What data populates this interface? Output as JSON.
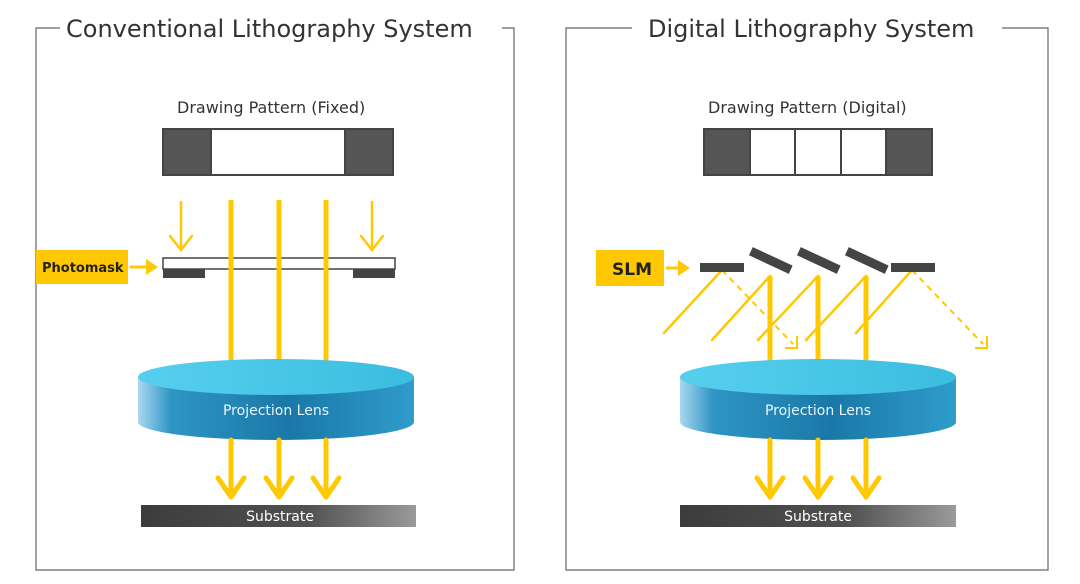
{
  "colors": {
    "beam": "#ffc800",
    "tag": "#ffc800",
    "frame": "#666666",
    "mask_dark": "#555555",
    "lens_top": "#45c6e6",
    "lens_body": "#1c86b4",
    "substrate": "#555555"
  },
  "conventional": {
    "title": "Conventional Lithography System",
    "pattern_label": "Drawing Pattern (Fixed)",
    "photomask_label": "Photomask",
    "lens_label": "Projection Lens",
    "substrate_label": "Substrate"
  },
  "digital": {
    "title": "Digital Lithography System",
    "pattern_label": "Drawing Pattern (Digital)",
    "slm_label": "SLM",
    "lens_label": "Projection Lens",
    "substrate_label": "Substrate"
  }
}
